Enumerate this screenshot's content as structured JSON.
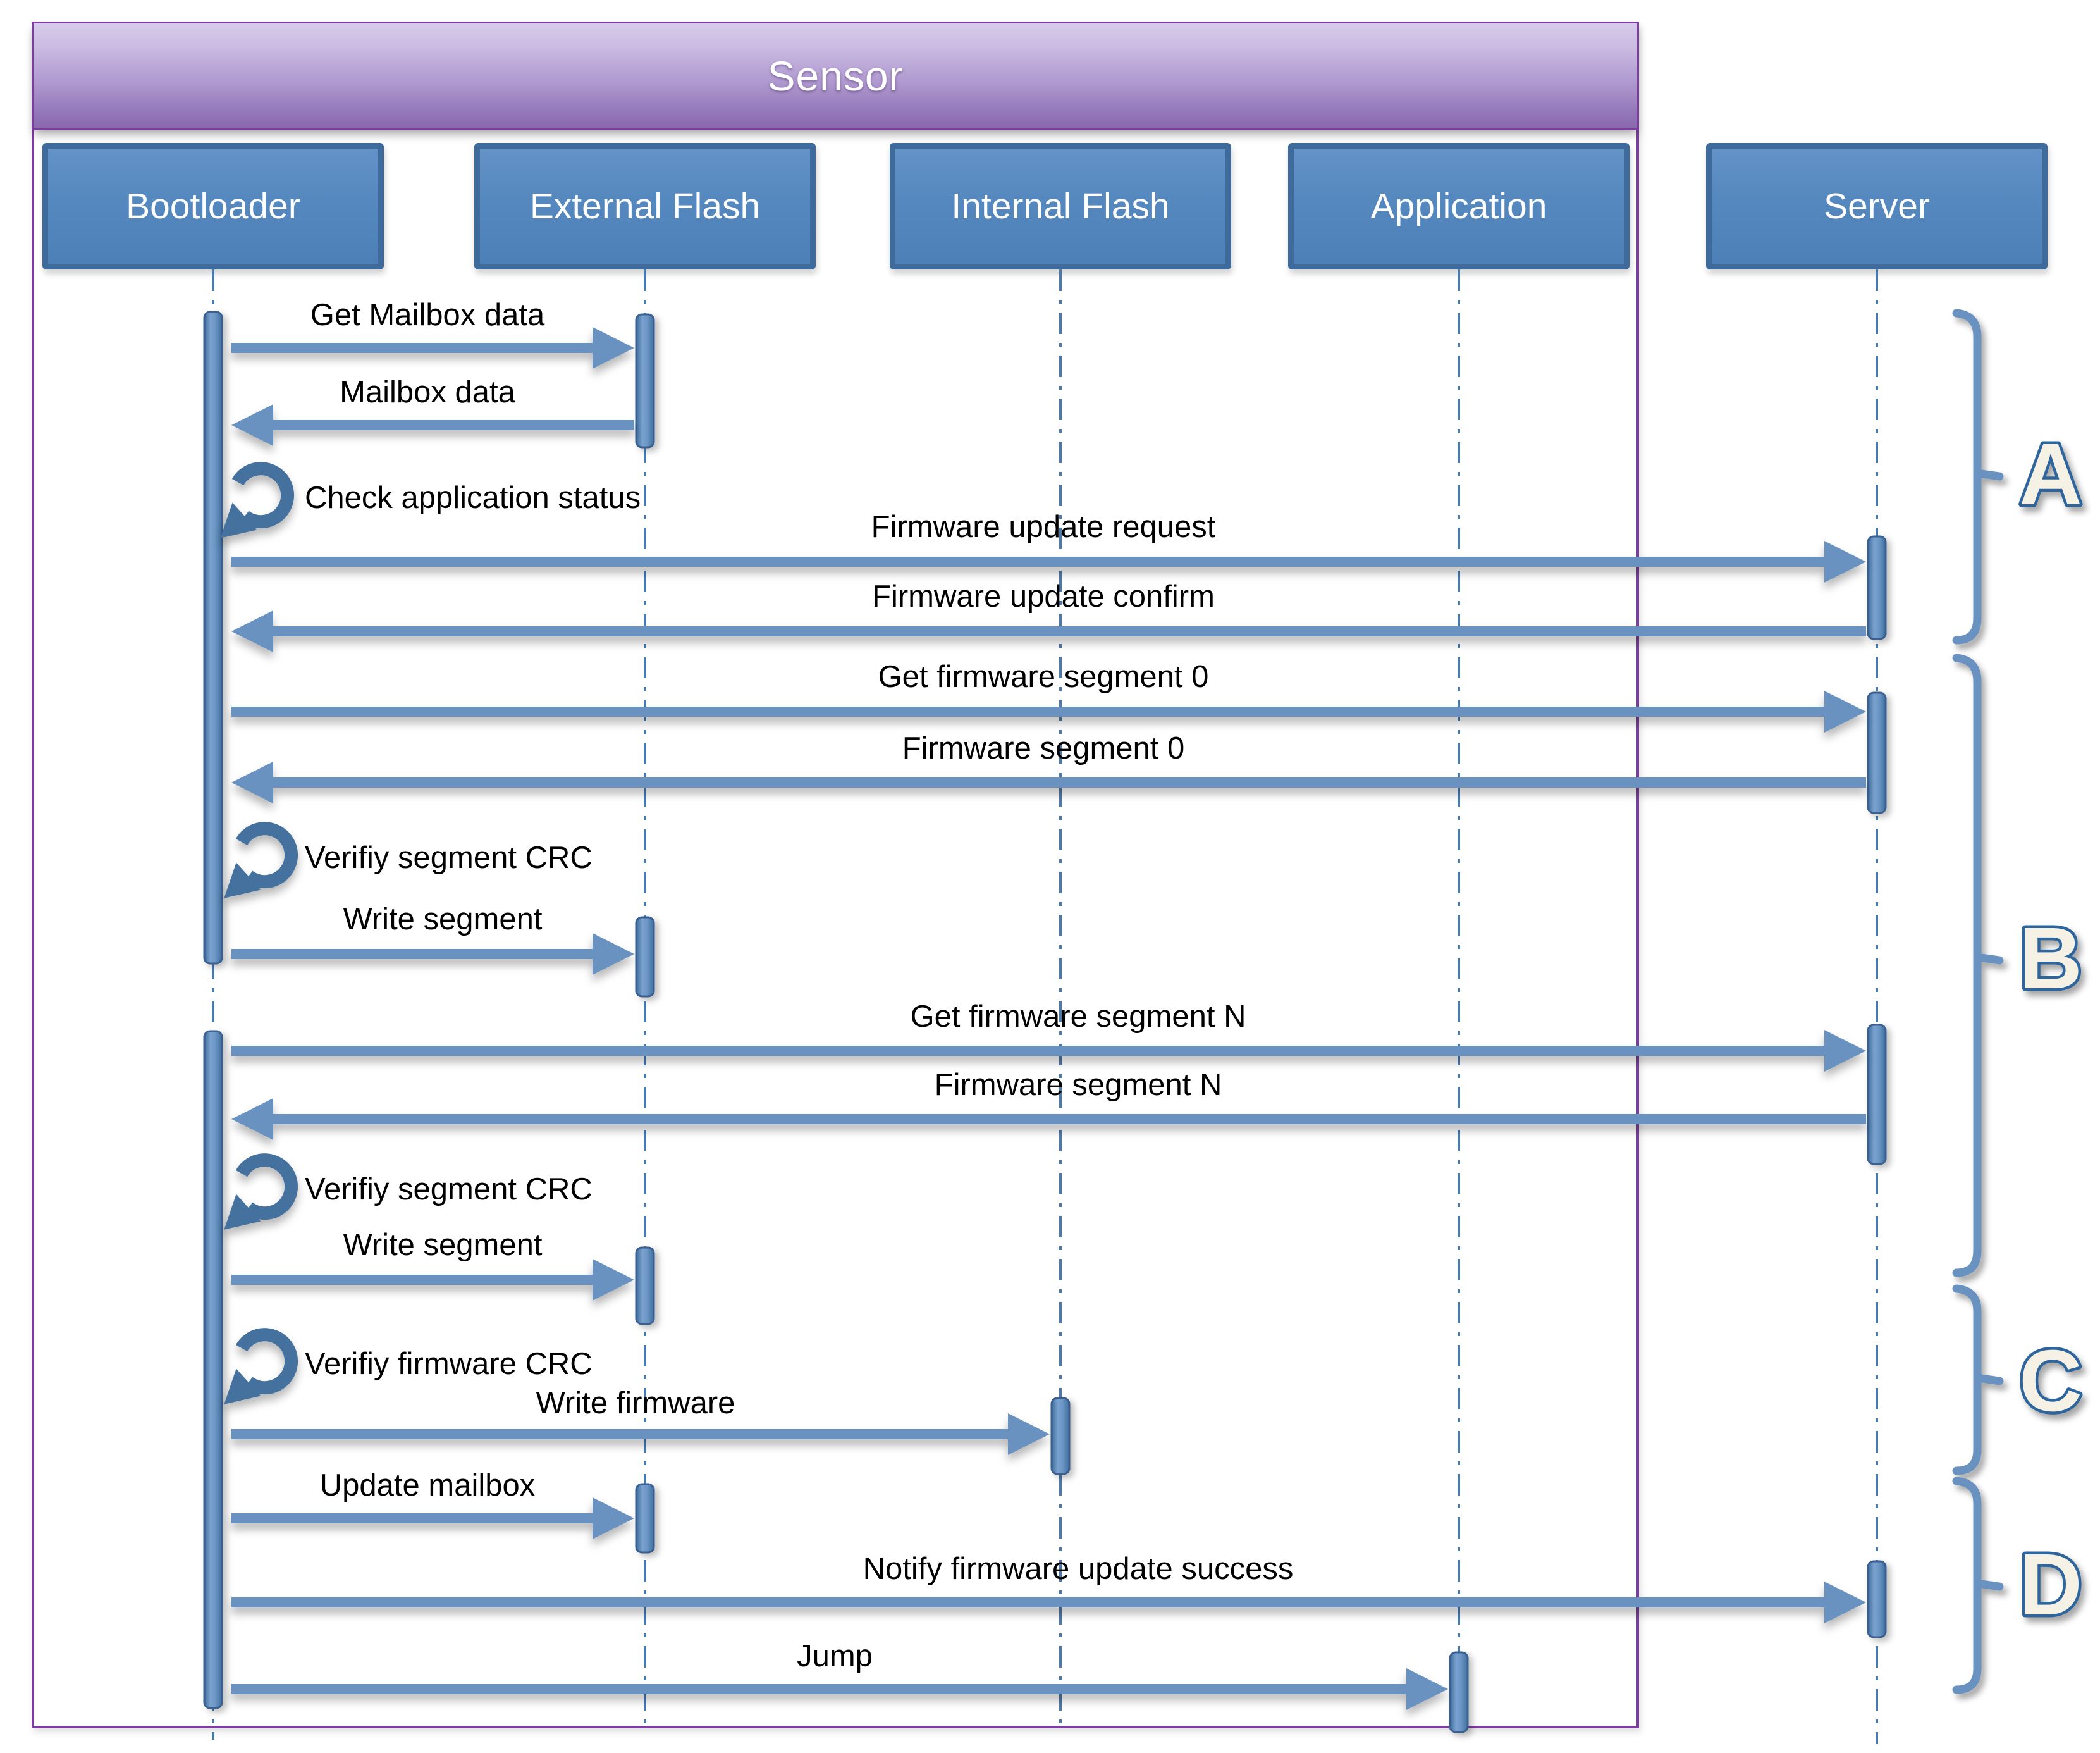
{
  "title": "Sensor",
  "participants": [
    {
      "label": "Bootloader",
      "inside_sensor": true
    },
    {
      "label": "External Flash",
      "inside_sensor": true
    },
    {
      "label": "Internal Flash",
      "inside_sensor": true
    },
    {
      "label": "Application",
      "inside_sensor": true
    },
    {
      "label": "Server",
      "inside_sensor": false
    }
  ],
  "messages": [
    {
      "from": "Bootloader",
      "to": "External Flash",
      "label": "Get Mailbox data",
      "kind": "call"
    },
    {
      "from": "External Flash",
      "to": "Bootloader",
      "label": "Mailbox data",
      "kind": "return"
    },
    {
      "from": "Bootloader",
      "to": "Bootloader",
      "label": "Check application status",
      "kind": "self"
    },
    {
      "from": "Bootloader",
      "to": "Server",
      "label": "Firmware update request",
      "kind": "call"
    },
    {
      "from": "Server",
      "to": "Bootloader",
      "label": "Firmware update confirm",
      "kind": "return"
    },
    {
      "from": "Bootloader",
      "to": "Server",
      "label": "Get firmware segment 0",
      "kind": "call"
    },
    {
      "from": "Server",
      "to": "Bootloader",
      "label": "Firmware segment 0",
      "kind": "return"
    },
    {
      "from": "Bootloader",
      "to": "Bootloader",
      "label": "Verifiy segment CRC",
      "kind": "self"
    },
    {
      "from": "Bootloader",
      "to": "External Flash",
      "label": "Write segment",
      "kind": "call"
    },
    {
      "from": "Bootloader",
      "to": "Server",
      "label": "Get firmware segment N",
      "kind": "call"
    },
    {
      "from": "Server",
      "to": "Bootloader",
      "label": "Firmware segment N",
      "kind": "return"
    },
    {
      "from": "Bootloader",
      "to": "Bootloader",
      "label": "Verifiy segment CRC",
      "kind": "self"
    },
    {
      "from": "Bootloader",
      "to": "External Flash",
      "label": "Write segment",
      "kind": "call"
    },
    {
      "from": "Bootloader",
      "to": "Bootloader",
      "label": "Verifiy firmware CRC",
      "kind": "self"
    },
    {
      "from": "Bootloader",
      "to": "Internal Flash",
      "label": "Write firmware",
      "kind": "call"
    },
    {
      "from": "Bootloader",
      "to": "External Flash",
      "label": "Update mailbox",
      "kind": "call"
    },
    {
      "from": "Bootloader",
      "to": "Server",
      "label": "Notify firmware update success",
      "kind": "call"
    },
    {
      "from": "Bootloader",
      "to": "Application",
      "label": "Jump",
      "kind": "call"
    }
  ],
  "phases": [
    "A",
    "B",
    "C",
    "D"
  ],
  "colors": {
    "frame_border": "#7a4099",
    "header_gradient_top": "#d6cbea",
    "header_gradient_bottom": "#8a67ad",
    "participant_fill": "#5588be",
    "participant_border": "#3e6b9c",
    "arrow": "#6a92c0",
    "self_loop": "#44719f",
    "lifeline": "#4a79ad",
    "activation_fill": "#5f8cbd",
    "phase_letter_fill": "#f5f1e4",
    "phase_letter_stroke": "#2f659c",
    "message_text": "#000000"
  }
}
